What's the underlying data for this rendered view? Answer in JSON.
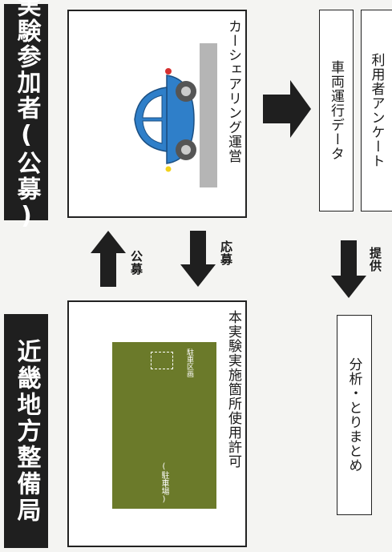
{
  "headers": {
    "participants": "実験参加者(公募)",
    "bureau": "近畿地方整備局"
  },
  "carsharing_box": {
    "title": "カーシェアリング運営"
  },
  "permit_box": {
    "title": "本実験実施箇所使用許可",
    "parking_lot_label": "(駐車場)",
    "parking_space_label": "駐車区画"
  },
  "arrows": {
    "public_offering": "公募",
    "apply": "応募",
    "provide": "提供"
  },
  "data_boxes": {
    "vehicle_data": "車両運行データ",
    "user_survey": "利用者アンケート"
  },
  "analysis_box": {
    "label": "分析・とりまとめ"
  },
  "colors": {
    "header_bg": "#1f1f1f",
    "parking_green": "#6b7a2a",
    "car_blue": "#2f7fc9",
    "road_gray": "#b5b5b5"
  }
}
